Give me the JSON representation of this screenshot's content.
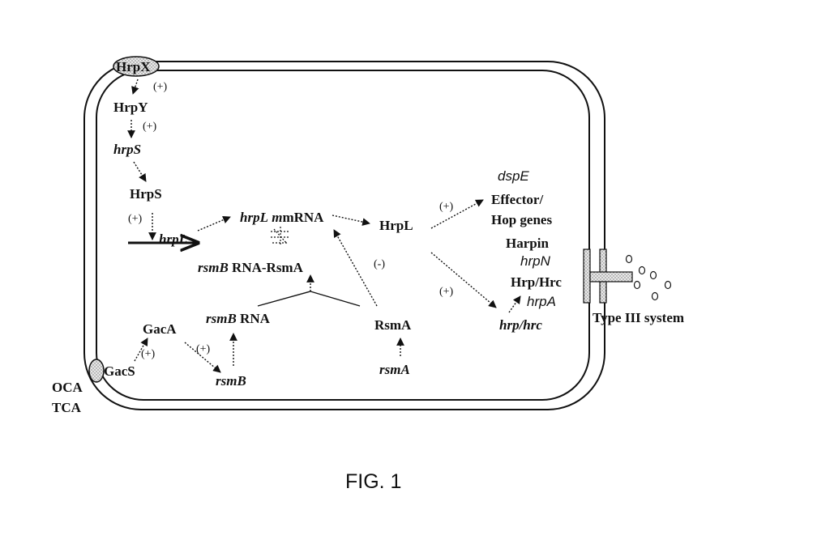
{
  "labels": {
    "hrpX": "HrpX",
    "plus_hrpx": "(+)",
    "hrpY": "HrpY",
    "plus_hrpy": "(+)",
    "hrpS_gene": "hrpS",
    "hrpS_protein": "HrpS",
    "plus_hrps": "(+)",
    "hrpL_gene": "hrpL",
    "hrpL_mrna_gene": "hrpL",
    "hrpL_mrna_suffix": "mRNA",
    "mrna_m": "m",
    "rsmB_complex_gene": "rsmB",
    "rsmB_complex_suffix": "RNA-RsmA",
    "hrpL_protein": "HrpL",
    "minus": "(-)",
    "plus_effector": "(+)",
    "plus_hrp": "(+)",
    "dspE": "dspE",
    "effector": "Effector/",
    "hop_genes": "Hop genes",
    "harpin": "Harpin",
    "hrpN": "hrpN",
    "hrp_hrc": "Hrp/Hrc",
    "hrpA": "hrpA",
    "hrp_hrc_gene": "hrp/hrc",
    "type3": "Type III system",
    "gacA": "GacA",
    "gacS": "GacS",
    "plus_gacs": "(+)",
    "plus_gaca": "(+)",
    "rsmB_rna_gene": "rsmB",
    "rsmB_rna_suffix": "RNA",
    "rsmB_gene": "rsmB",
    "rsmA_protein": "RsmA",
    "rsmA_gene": "rsmA",
    "oca": "OCA",
    "tca": "TCA",
    "fig_caption": "FIG. 1"
  }
}
